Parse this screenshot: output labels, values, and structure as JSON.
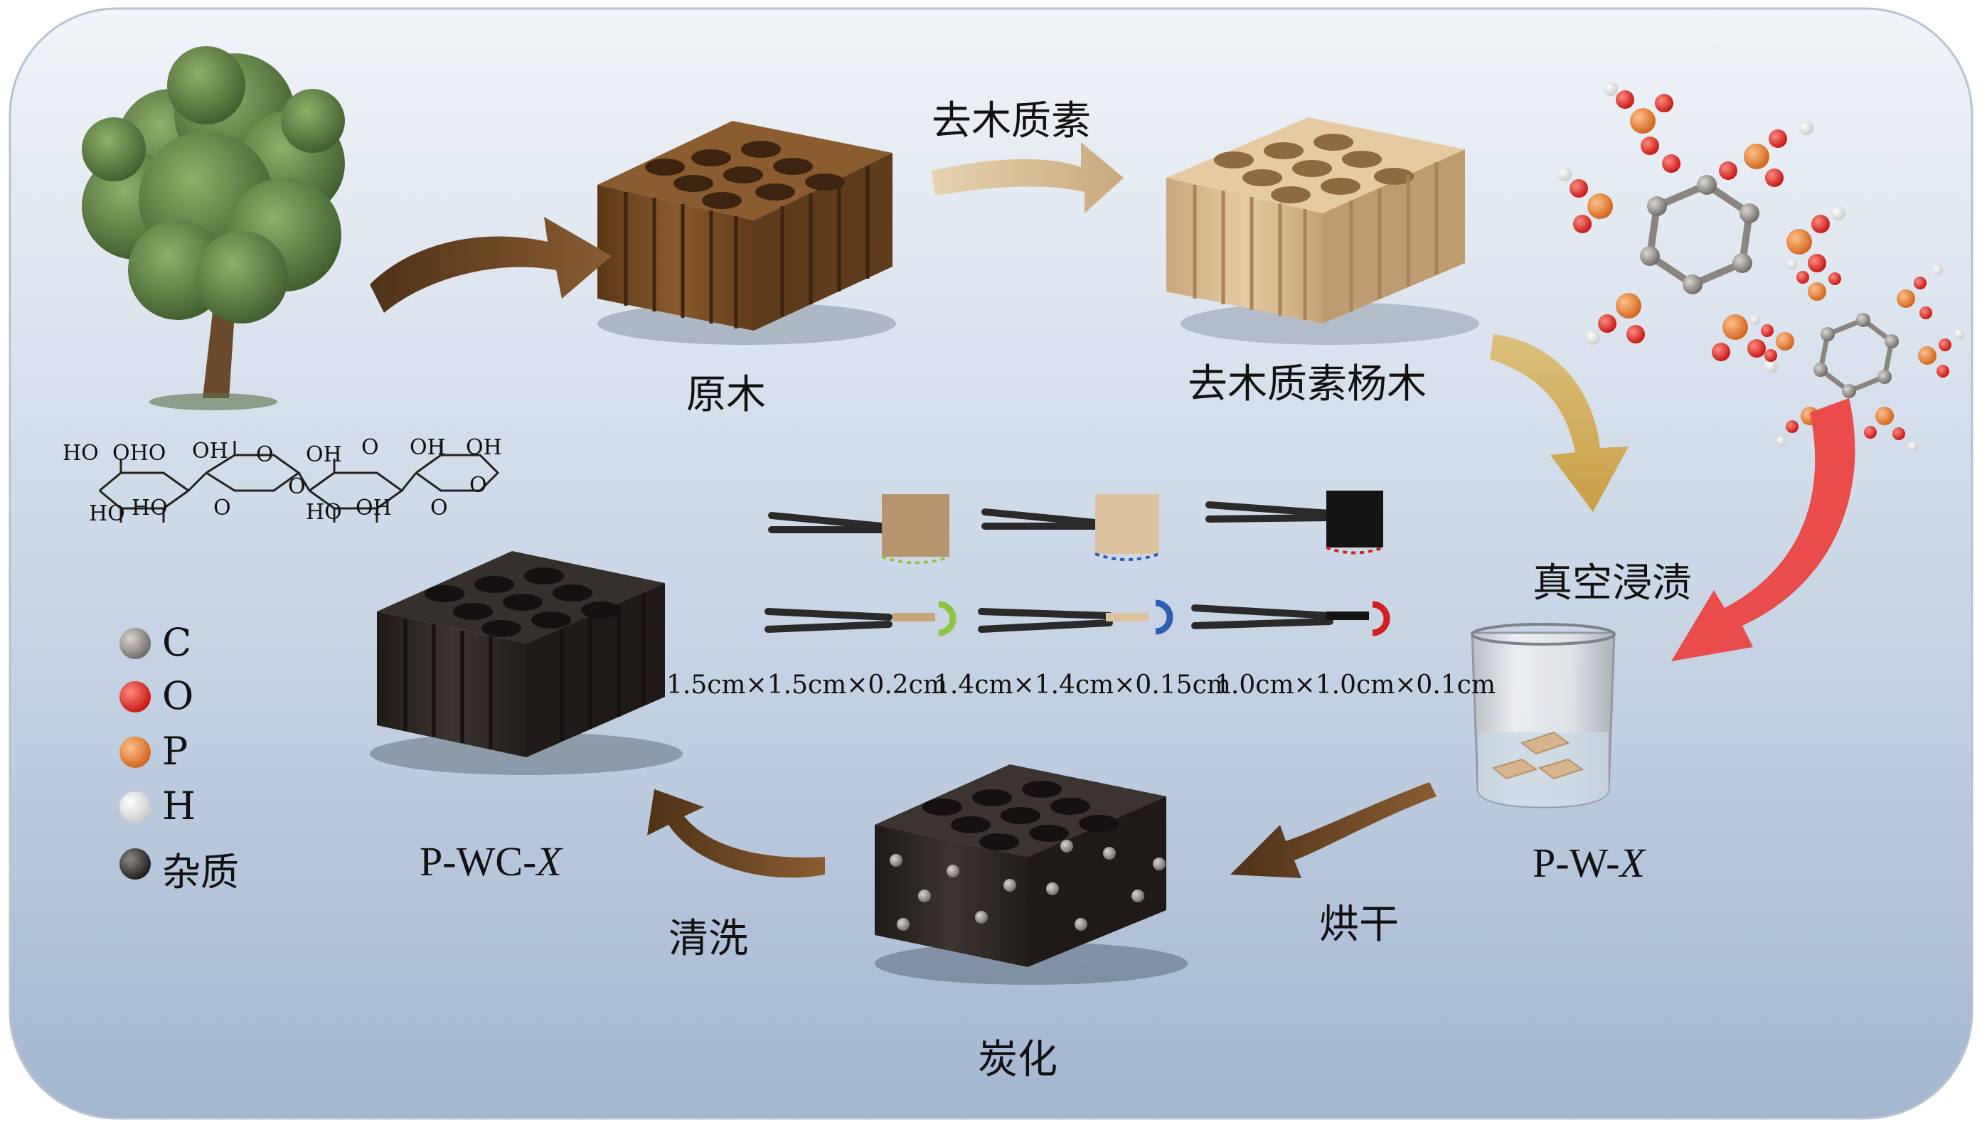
{
  "stages": {
    "raw_wood": "原木",
    "delignified": "去木质素杨木",
    "carbonized": "炭化",
    "pw": {
      "prefix": "P-W-",
      "var": "X"
    },
    "pwc": {
      "prefix": "P-WC-",
      "var": "X"
    }
  },
  "processes": {
    "delignify": "去木质素",
    "vacuum": "真空浸渍",
    "dry": "烘干",
    "wash": "清洗"
  },
  "cellulose": {
    "top": [
      "HO",
      "OHO",
      "OH",
      "O",
      "OH",
      "O",
      "OH",
      "OH"
    ],
    "bottom": [
      "HO",
      "HO",
      "O",
      "O",
      "HO",
      "OH",
      "O",
      "O"
    ]
  },
  "samples": [
    {
      "dims": "1.5cm×1.5cm×0.2cm",
      "color": "#8cc540"
    },
    {
      "dims": "1.4cm×1.4cm×0.15cm",
      "color": "#2f5fb4"
    },
    {
      "dims": "1.0cm×1.0cm×0.1cm",
      "color": "#d3201f"
    }
  ],
  "legend": [
    {
      "symbol": "C",
      "color": "#8a8580"
    },
    {
      "symbol": "O",
      "color": "#e8231b"
    },
    {
      "symbol": "P",
      "color": "#ea7a2c"
    },
    {
      "symbol": "H",
      "color": "#f4f4f4"
    },
    {
      "symbol": "杂质",
      "color": "#3e3a36"
    }
  ],
  "colors": {
    "panel_top": "#eef2f7",
    "panel_bottom": "#a7bad2",
    "raw_wood": "#7a4e23",
    "delignified": "#dcbc94",
    "carbon": "#2b2623",
    "red_arrow": "#ea4b4b"
  }
}
